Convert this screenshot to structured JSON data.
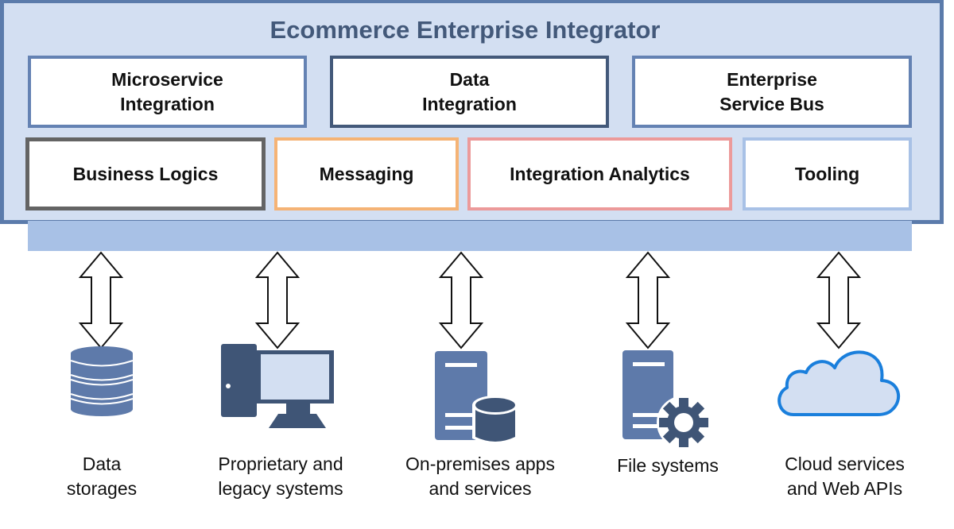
{
  "title": "Ecommerce Enterprise Integrator",
  "colors": {
    "outer_border": "#5b7bab",
    "outer_fill": "#d3dff2",
    "band": "#a8c1e6",
    "title_text": "#43597a",
    "icon_blue": "#5e7aaa",
    "icon_dark": "#3f5576",
    "cloud_stroke": "#1a7fdc",
    "cloud_fill": "#d3dff2"
  },
  "top_row": [
    {
      "line1": "Microservice",
      "line2": "Integration",
      "border": "#6482b3"
    },
    {
      "line1": "Data",
      "line2": "Integration",
      "border": "#43597a"
    },
    {
      "line1": "Enterprise",
      "line2": "Service Bus",
      "border": "#6482b3"
    }
  ],
  "bottom_row": [
    {
      "label": "Business Logics",
      "border": "#646464"
    },
    {
      "label": "Messaging",
      "border": "#f5b375"
    },
    {
      "label": "Integration Analytics",
      "border": "#ec9a9a"
    },
    {
      "label": "Tooling",
      "border": "#a8c1e6"
    }
  ],
  "systems": [
    {
      "icon": "database-icon",
      "line1": "Data",
      "line2": "storages"
    },
    {
      "icon": "desktop-computer-icon",
      "line1": "Proprietary and",
      "line2": "legacy systems"
    },
    {
      "icon": "server-database-icon",
      "line1": "On-premises apps",
      "line2": "and services"
    },
    {
      "icon": "server-gear-icon",
      "line1": "File systems",
      "line2": ""
    },
    {
      "icon": "cloud-icon",
      "line1": "Cloud services",
      "line2": "and Web APIs"
    }
  ]
}
